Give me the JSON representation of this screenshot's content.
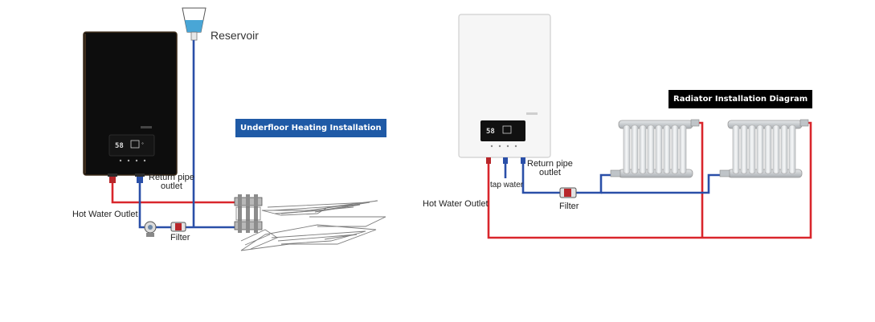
{
  "colors": {
    "hot_pipe": "#d9262c",
    "return_pipe": "#2a4fa8",
    "reservoir_water": "#49a6d6",
    "badge_blue": "#1f5aa6",
    "badge_black": "#000000",
    "boiler_dark": "#0d0d0d",
    "boiler_white": "#f6f6f6"
  },
  "left": {
    "reservoir_label": "Reservoir",
    "title_badge": "Underfloor Heating Installation",
    "return_label_line1": "Return pipe",
    "return_label_line2": "outlet",
    "hot_water_label": "Hot Water Outlet",
    "filter_label": "Filter",
    "display_temp": "58"
  },
  "right": {
    "title_badge": "Radiator Installation Diagram",
    "return_label_line1": "Return pipe",
    "return_label_line2": "outlet",
    "tap_water_label": "tap water",
    "hot_water_label": "Hot Water Outlet",
    "filter_label": "Filter",
    "display_temp": "58"
  }
}
